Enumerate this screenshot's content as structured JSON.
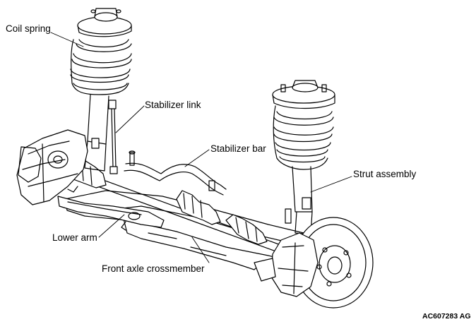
{
  "labels": {
    "coil_spring": "Coil spring",
    "stabilizer_link": "Stabilizer link",
    "stabilizer_bar": "Stabilizer bar",
    "strut_assembly": "Strut assembly",
    "lower_arm": "Lower arm",
    "front_axle_crossmember": "Front axle crossmember"
  },
  "figure_code": "AC607283 AG",
  "colors": {
    "line": "#000000",
    "background": "#ffffff"
  }
}
